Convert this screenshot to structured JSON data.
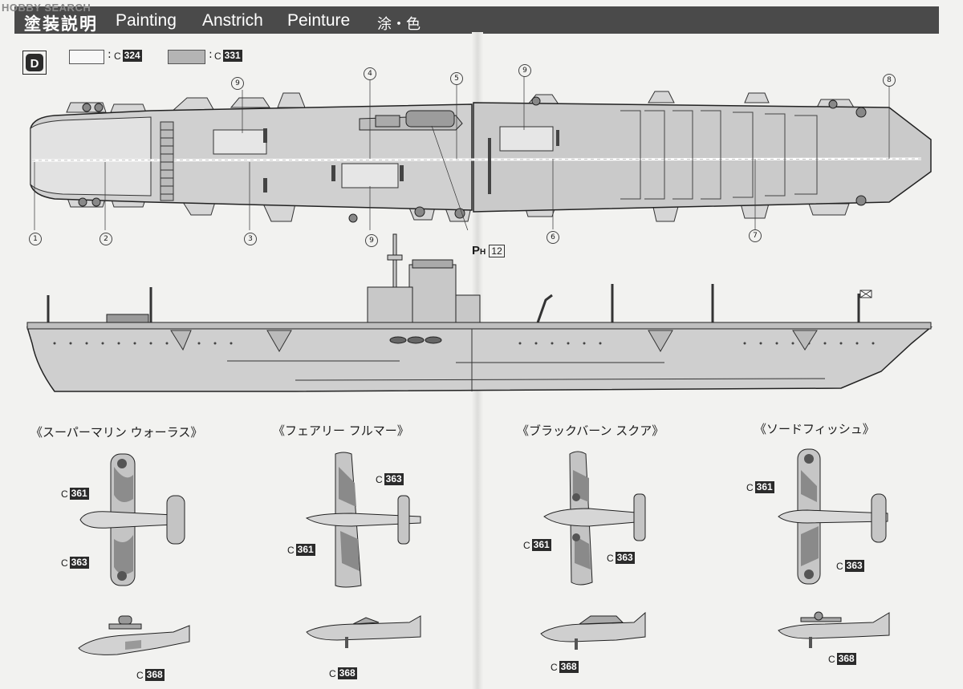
{
  "watermark": "HOBBY SEARCH",
  "header": {
    "title_ja": "塗装説明",
    "title_en": "Painting",
    "title_de": "Anstrich",
    "title_fr": "Peinture",
    "title_ja2": "涂・色"
  },
  "step": "D",
  "legend": {
    "c_prefix": "C",
    "color1": "324",
    "color2": "331",
    "color1_hex": "#f7f7f7",
    "color2_hex": "#b4b4b4"
  },
  "deck_callouts": [
    "1",
    "2",
    "3",
    "4",
    "5",
    "6",
    "7",
    "8",
    "9"
  ],
  "part_label": {
    "p": "P",
    "h": "H",
    "num": "12"
  },
  "aircraft": [
    {
      "title": "《スーパーマリン ウォーラス》",
      "colors_top": [
        "361",
        "363"
      ],
      "color_side": "368"
    },
    {
      "title": "《フェアリー フルマー》",
      "colors_top": [
        "363",
        "361"
      ],
      "color_side": "368"
    },
    {
      "title": "《ブラックバーン スクア》",
      "colors_top": [
        "361",
        "363"
      ],
      "color_side": "368"
    },
    {
      "title": "《ソードフィッシュ》",
      "colors_top": [
        "361",
        "363"
      ],
      "color_side": "368"
    }
  ]
}
